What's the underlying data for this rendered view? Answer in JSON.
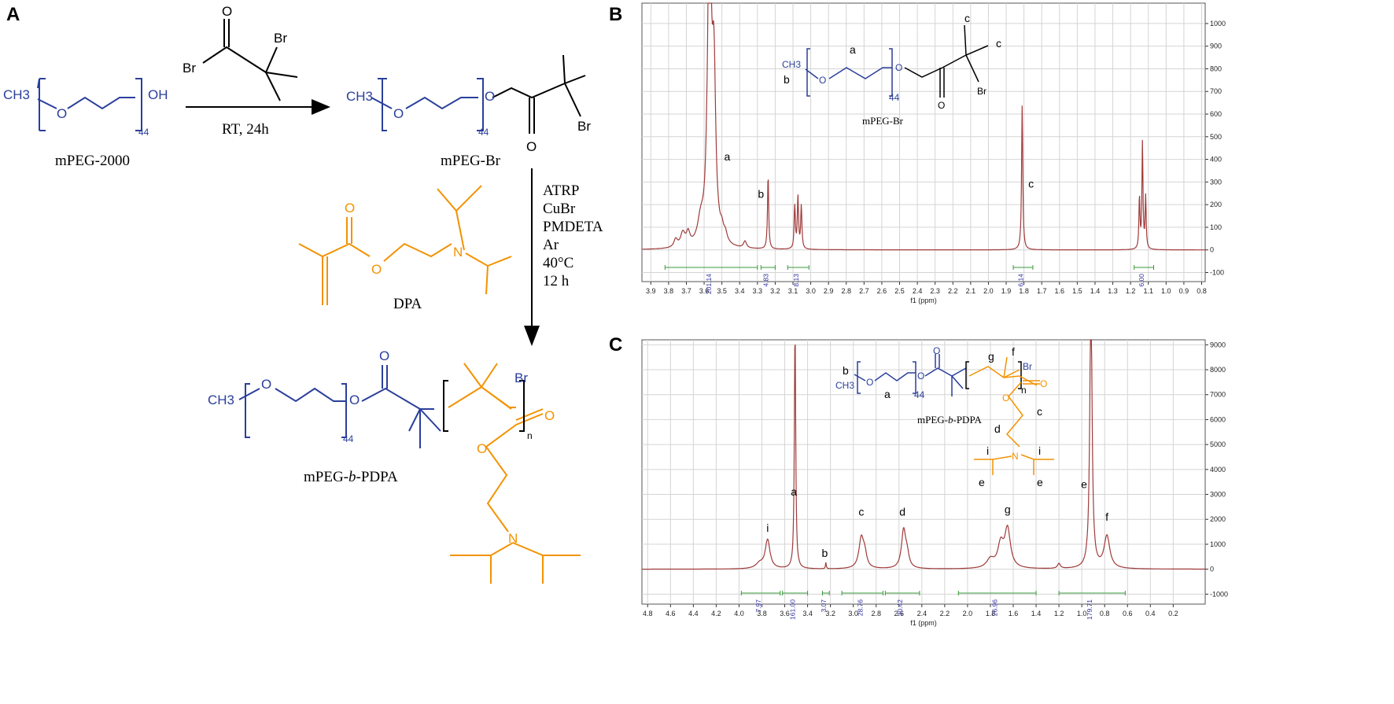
{
  "panel_a": {
    "letter": "A",
    "mpeg2000": {
      "ch3": "CH3",
      "oh": "OH",
      "o": "O",
      "sub": "44",
      "name": "mPEG-2000"
    },
    "reagent": {
      "o": "O",
      "br1": "Br",
      "br2": "Br"
    },
    "step1": "RT, 24h",
    "mpegbr": {
      "ch3": "CH3",
      "o1": "O",
      "o2": "O",
      "o3": "O",
      "br": "Br",
      "sub": "44",
      "name": "mPEG-Br"
    },
    "step2": [
      "ATRP",
      "CuBr",
      "PMDETA",
      "Ar",
      "40°C",
      "12 h"
    ],
    "dpa": {
      "o1": "O",
      "o2": "O",
      "n": "N",
      "name": "DPA"
    },
    "block": {
      "ch3": "CH3",
      "o1": "O",
      "o2": "O",
      "o3": "O",
      "o4": "O",
      "o5": "O",
      "n": "N",
      "br": "Br",
      "sub": "44",
      "sub_n": "n",
      "name_pre": "mPEG-",
      "name_it": "b",
      "name_post": "-PDPA"
    }
  },
  "panel_b": {
    "letter": "B",
    "xlabel": "f1 (ppm)",
    "inset_name": "mPEG-Br",
    "inset_atoms": {
      "ch3": "CH3",
      "o1": "O",
      "o2": "O",
      "o3": "O",
      "br": "Br",
      "sub": "44"
    },
    "peak_labels": [
      "a",
      "b",
      "c",
      "a",
      "b",
      "c",
      "c"
    ],
    "integrals": [
      "201.14",
      "4.83",
      "8.13",
      "6.14",
      "6.00"
    ],
    "chart_data": {
      "type": "line",
      "xlabel": "f1 (ppm)",
      "xlim": [
        3.95,
        0.78
      ],
      "ylim": [
        -140,
        1090
      ],
      "x_ticks": [
        "3.9",
        "3.8",
        "3.7",
        "3.6",
        "3.5",
        "3.4",
        "3.3",
        "3.2",
        "3.1",
        "3.0",
        "2.9",
        "2.8",
        "2.7",
        "2.6",
        "2.5",
        "2.4",
        "2.3",
        "2.2",
        "2.1",
        "2.0",
        "1.9",
        "1.8",
        "1.7",
        "1.6",
        "1.5",
        "1.4",
        "1.3",
        "1.2",
        "1.1",
        "1.0",
        "0.9",
        "0.8"
      ],
      "y_ticks": [
        "-100",
        "0",
        "100",
        "200",
        "300",
        "400",
        "500",
        "600",
        "700",
        "800",
        "900",
        "1000"
      ],
      "peaks": [
        {
          "label": "a",
          "shift_ppm": 3.56,
          "height": 1080,
          "integral": "201.14"
        },
        {
          "label": "b",
          "shift_ppm": 3.24,
          "height": 325,
          "integral": "4.83"
        },
        {
          "label": "",
          "shift_ppm": 3.07,
          "height": 230,
          "integral": "8.13"
        },
        {
          "label": "c",
          "shift_ppm": 1.81,
          "height": 640,
          "integral": "6.14"
        },
        {
          "label": "",
          "shift_ppm": 1.13,
          "height": 470,
          "integral": "6.00"
        }
      ]
    }
  },
  "panel_c": {
    "letter": "C",
    "xlabel": "f1 (ppm)",
    "inset_name_pre": "mPEG-",
    "inset_name_it": "b",
    "inset_name_post": "-PDPA",
    "inset_atoms": {
      "ch3": "CH3",
      "o1": "O",
      "o2": "O",
      "o3": "O",
      "o4": "O",
      "o5": "O",
      "n": "N",
      "br": "Br",
      "sub": "44",
      "sub_n": "n"
    },
    "inset_labels": [
      "b",
      "a",
      "g",
      "f",
      "c",
      "d",
      "i",
      "i",
      "e",
      "e"
    ],
    "peak_labels": [
      "a",
      "b",
      "c",
      "d",
      "e",
      "f",
      "g",
      "i"
    ],
    "integrals": [
      "7.97",
      "161.00",
      "3.07",
      "28.76",
      "30.42",
      "26.96",
      "179.71"
    ],
    "chart_data": {
      "type": "line",
      "xlabel": "f1 (ppm)",
      "xlim": [
        4.85,
        -0.08
      ],
      "ylim": [
        -1400,
        9200
      ],
      "x_ticks": [
        "4.8",
        "4.6",
        "4.4",
        "4.2",
        "4.0",
        "3.8",
        "3.6",
        "3.4",
        "3.2",
        "3.0",
        "2.8",
        "2.6",
        "2.4",
        "2.2",
        "2.0",
        "1.8",
        "1.6",
        "1.4",
        "1.2",
        "1.0",
        "0.8",
        "0.6",
        "0.4",
        "0.2"
      ],
      "y_ticks": [
        "-1000",
        "0",
        "1000",
        "2000",
        "3000",
        "4000",
        "5000",
        "6000",
        "7000",
        "8000",
        "9000"
      ],
      "peaks": [
        {
          "label": "i",
          "shift_ppm": 3.75,
          "height": 1150,
          "integral": "7.97"
        },
        {
          "label": "a",
          "shift_ppm": 3.51,
          "height": 9200,
          "integral": "161.00"
        },
        {
          "label": "b",
          "shift_ppm": 3.24,
          "height": 250,
          "integral": "3.07"
        },
        {
          "label": "c",
          "shift_ppm": 2.92,
          "height": 1400,
          "integral": "28.76"
        },
        {
          "label": "d",
          "shift_ppm": 2.56,
          "height": 1700,
          "integral": "30.42"
        },
        {
          "label": "g",
          "shift_ppm": 1.65,
          "height": 1800,
          "integral": "26.96"
        },
        {
          "label": "e",
          "shift_ppm": 0.92,
          "height": 9200,
          "integral": "179.71"
        },
        {
          "label": "f",
          "shift_ppm": 0.78,
          "height": 1550,
          "integral": ""
        }
      ]
    }
  }
}
